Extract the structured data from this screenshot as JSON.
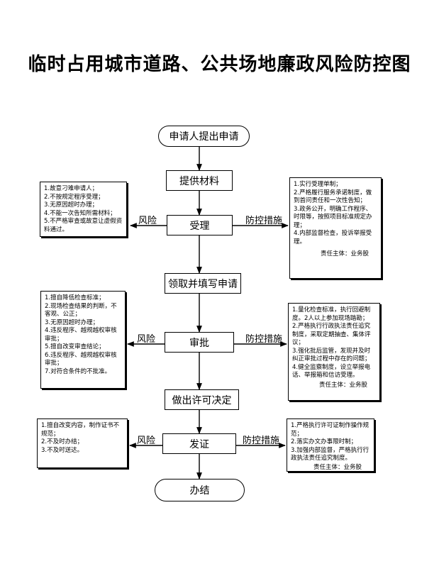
{
  "title": "临时占用城市道路、公共场地廉政风险防控图",
  "flow": {
    "start": "申请人提出申请",
    "step1": "提供材料",
    "step2": "受理",
    "step3": "领取并填写申请",
    "step4": "审批",
    "step5": "做出许可决定",
    "step6": "发证",
    "end": "办结"
  },
  "edge_labels": {
    "risk": "风险",
    "control": "防控措施"
  },
  "risk_notes": {
    "accept": [
      "1.故意刁难申请人；",
      "2.不按规定程序受理；",
      "3.无原因超时办理；",
      "4.不能一次告知所需材料；",
      "5.不严格审查或故意让虚假资料通过。"
    ],
    "approve": [
      "1.擅自降低检查标准；",
      "2.现场检查结果的判断，不客观、公正；",
      "3.无原因超时办理；",
      "4.违反程序、越规越权审核审批；",
      "5.擅自改变审查结论；",
      "6.违反程序、越规越权审核审批；",
      "7.对符合条件的不批准。"
    ],
    "issue": [
      "1.擅自改变内容，制作证书不规范；",
      "2.不及时办结；",
      "3.不及时送达。"
    ]
  },
  "control_notes": {
    "accept": [
      "1.实行受理单制；",
      "2.严格履行服务承诺制度，做到首问责任和一次性告知；",
      "3.政务公开，明确工作程序、时限等，按照项目标准规定办理；",
      "4.内部监督检查，投诉举报受理。"
    ],
    "accept_owner": "责任主体：业务股",
    "approve": [
      "1.量化检查标准，执行回避制度。2人以上参加现场踏勘；",
      "2.严格执行行政执法责任追究制度，采取定期抽查、集体评议；",
      "3.强化批后监管，发现并及时纠正审批过程中存在的问题；",
      "4.健全监察制度，设立举报电话、举报箱和信访受理。"
    ],
    "approve_owner": "责任主体：业务股",
    "issue": [
      "1.严格执行许可证制作操作规范；",
      "2.落实办文办事限时制；",
      "3.加强内部监督，严格执行行政执法责任追究制度。"
    ],
    "issue_owner": "责任主体：业务股"
  }
}
